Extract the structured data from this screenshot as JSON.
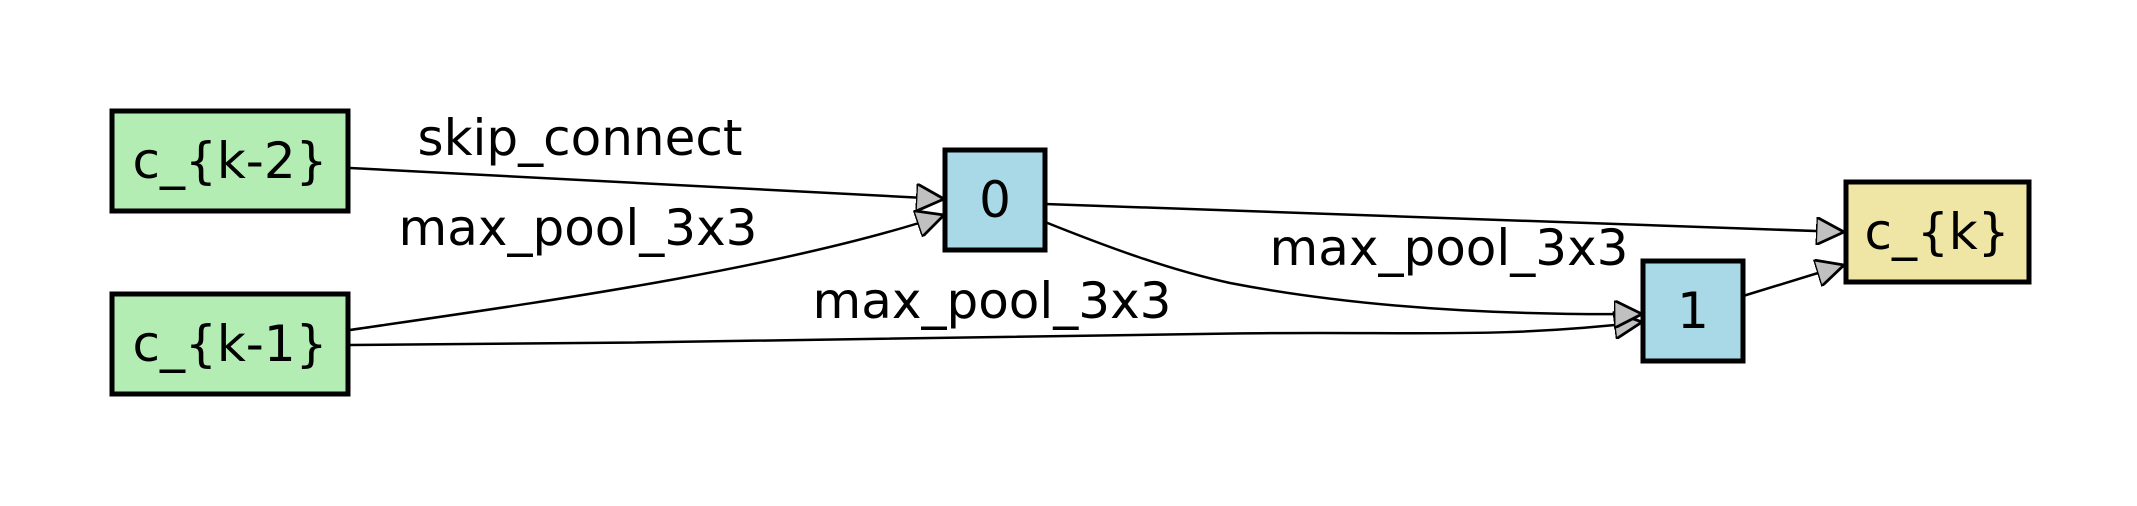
{
  "nodes": {
    "ckm2": {
      "label": "c_{k-2}",
      "fill": "#b4edb4"
    },
    "ckm1": {
      "label": "c_{k-1}",
      "fill": "#b4edb4"
    },
    "n0": {
      "label": "0",
      "fill": "#a9d8e6"
    },
    "n1": {
      "label": "1",
      "fill": "#a9d8e6"
    },
    "ck": {
      "label": "c_{k}",
      "fill": "#efe6a6"
    }
  },
  "edges": {
    "skip": {
      "label": "skip_connect"
    },
    "pool_ckm1_0": {
      "label": "max_pool_3x3"
    },
    "pool_ckm1_1": {
      "label": "max_pool_3x3"
    },
    "pool_0_1": {
      "label": "max_pool_3x3"
    }
  },
  "colors": {
    "stroke": "#000000",
    "arrow_fill": "#c0c0c0"
  }
}
